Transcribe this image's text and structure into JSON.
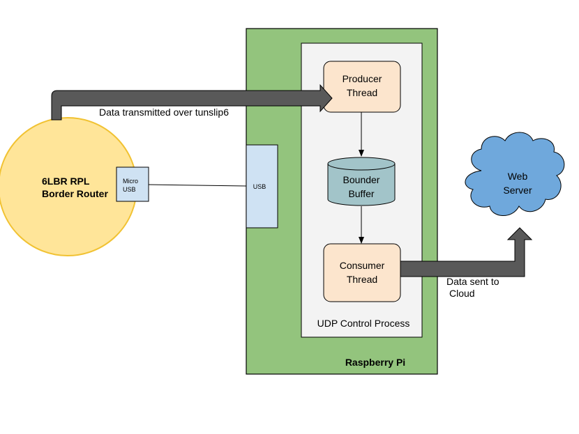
{
  "arrow_top_label": "Data transmitted over tunslip6",
  "arrow_bottom_label": [
    "Data sent to",
    "Cloud"
  ],
  "router": {
    "label_lines": [
      "6LBR RPL",
      "Border Router"
    ]
  },
  "micro_usb": {
    "label_lines": [
      "Micro",
      "USB"
    ]
  },
  "usb_port": {
    "label": "USB"
  },
  "raspberry_pi": {
    "label": "Raspberry Pi"
  },
  "udp_process": {
    "label": "UDP Control Process"
  },
  "producer": {
    "label_lines": [
      "Producer",
      "Thread"
    ]
  },
  "buffer": {
    "label_lines": [
      "Bounder",
      "Buffer"
    ]
  },
  "consumer": {
    "label_lines": [
      "Consumer",
      "Thread"
    ]
  },
  "web_server": {
    "label_lines": [
      "Web",
      "Server"
    ]
  },
  "colors": {
    "pi_fill": "#93c47d",
    "pi_stroke": "#000000",
    "process_fill": "#f3f3f3",
    "thread_fill": "#fce5cd",
    "thread_stroke": "#000000",
    "buffer_fill": "#a2c4c9",
    "router_fill": "#ffe599",
    "router_stroke": "#f1c232",
    "usb_fill": "#cfe2f3",
    "cloud_fill": "#6fa8dc",
    "arrow_fill": "#595959"
  }
}
